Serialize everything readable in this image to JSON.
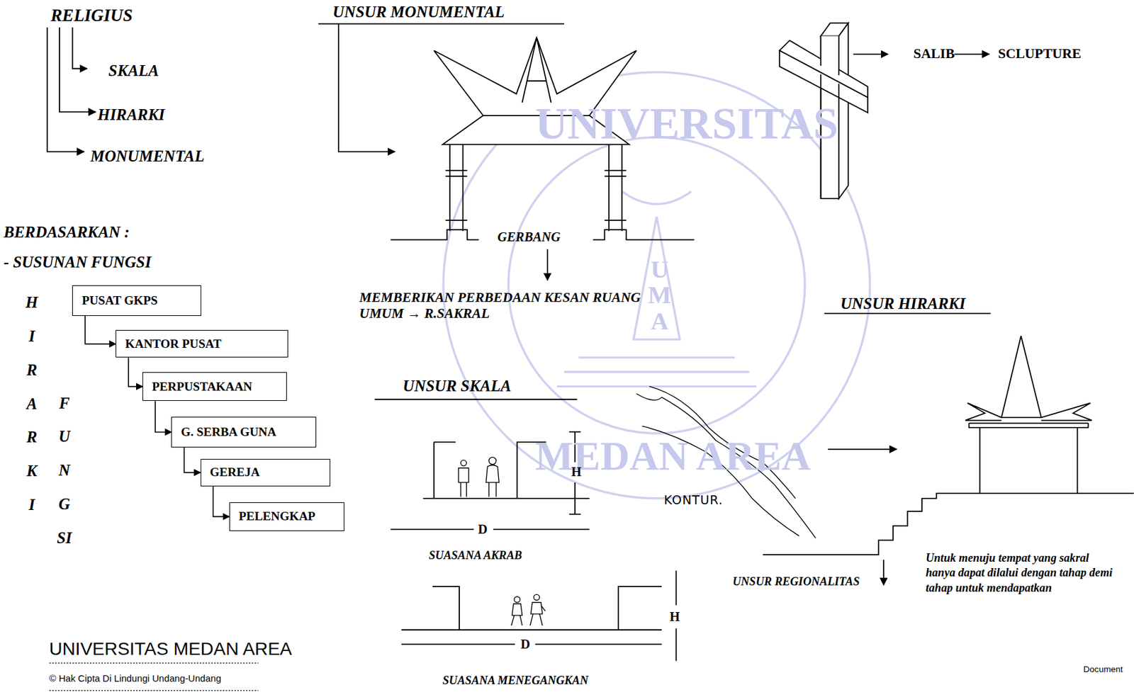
{
  "diagram": {
    "nodes": [
      {
        "text": [
          "PUSAT GKPS"
        ]
      },
      {
        "text": [
          "KANTOR PUSAT"
        ]
      },
      {
        "text": [
          "PERPUSTAKAAN"
        ]
      },
      {
        "text": [
          "G. SERBA GUNA"
        ]
      },
      {
        "text": [
          "GEREJA"
        ]
      },
      {
        "text": [
          "PELENGKAP"
        ]
      }
    ],
    "edges": [
      {
        "from": 0,
        "to": 1,
        "arrow": "to"
      },
      {
        "from": 1,
        "to": 2,
        "arrow": "to"
      },
      {
        "from": 2,
        "to": 3,
        "arrow": "to"
      },
      {
        "from": 3,
        "to": 4,
        "arrow": "to"
      },
      {
        "from": 4,
        "to": 5,
        "arrow": "to"
      }
    ],
    "labels": [
      "RELIGIUS",
      "SKALA",
      "HIRARKI",
      "MONUMENTAL",
      "BERDASARKAN :",
      "- SUSUNAN FUNGSI",
      "HIRARKI",
      "FUNGSI",
      "UNSUR MONUMENTAL",
      "GERBANG",
      "MEMBERIKAN PERBEDAAN KESAN RUANG UMUM → R.SAKRAL",
      "SALIB",
      "SCLUPTURE",
      "UNSUR HIRARKI",
      "UNSUR SKALA",
      "H",
      "D",
      "SUASANA AKRAB",
      "KONTUR.",
      "UNSUR REGIONALITAS",
      "Untuk menuju tempat yang sakral hanya dapat dilalui dengan tahap demi tahap untuk mendapatkan",
      "H",
      "D",
      "SUASANA MENEGANGKAN",
      "UNIVERSITAS MEDAN AREA",
      "© Hak Cipta Di Lindungi Undang-Undang",
      "Document",
      "UNIVERSITAS",
      "MEDAN AREA",
      "UMA"
    ]
  }
}
